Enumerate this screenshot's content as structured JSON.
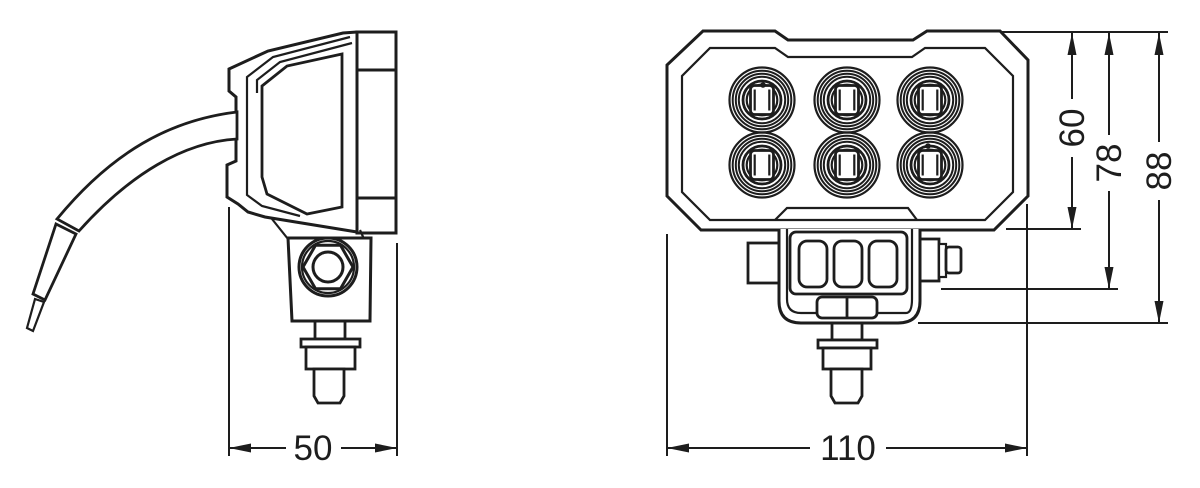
{
  "diagram": {
    "background_color": "#ffffff",
    "line_color": "#1d1d1d",
    "side_view": {
      "width": "50"
    },
    "front_view": {
      "width": "110",
      "led_count": 6,
      "heights": {
        "housing": "60",
        "to_bracket_bolt": "78",
        "overall": "88"
      }
    }
  }
}
